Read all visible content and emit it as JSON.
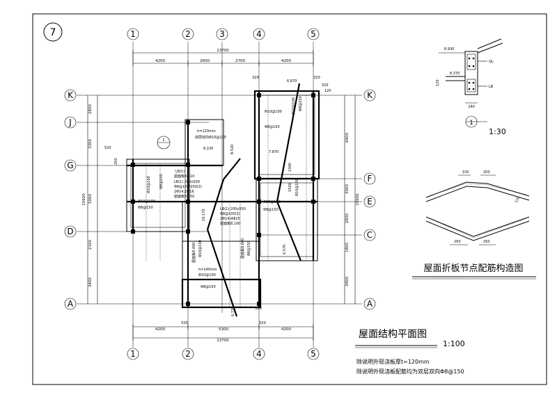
{
  "sheet_number": "7",
  "grid": {
    "columns_top": [
      "1",
      "2",
      "3",
      "4",
      "5"
    ],
    "columns_bottom": [
      "1",
      "2",
      "4",
      "5"
    ],
    "rows_left": [
      "K",
      "J",
      "G",
      "D",
      "A"
    ],
    "rows_right": [
      "K",
      "F",
      "E",
      "C",
      "A"
    ]
  },
  "dims": {
    "top_total": "13700",
    "top_spans": [
      "4200",
      "2600",
      "2700",
      "4200"
    ],
    "bottom_total": "13700",
    "bottom_spans": [
      "4200",
      "5300",
      "4200"
    ],
    "bottom_small": [
      "520",
      "520",
      "120"
    ],
    "left_spans": [
      "2800",
      "3300",
      "5000",
      "2100",
      "3400"
    ],
    "left_total": "15600",
    "right_spans": [
      "6400",
      "3000",
      "2600",
      "1800",
      "3400"
    ],
    "right_total": "15600",
    "top_small": [
      "320",
      "320",
      "120",
      "320"
    ],
    "left_small": [
      "520",
      "250"
    ]
  },
  "annotations": {
    "slab1": "h=120mm",
    "slab1_rebar": "双层双向Φ10@100",
    "slab2": "h=140mm",
    "slab2_rebar": "Φ10@100",
    "lb1": "LB(1)",
    "lb1_note": "屋面板8.210",
    "lb1b": "LB(1) 200x500",
    "lb1b_r1": "Φ8@100/200(2)",
    "lb1b_r2": "2Φ14;2Φ16",
    "lb1b_r3": "屋面板8.650",
    "lb1c": "LB(1) 200x550",
    "lb1c_r1": "Φ8@100(2)",
    "lb1c_r2": "2Φ14;4Φ25",
    "lb1c_r3": "屋面板8.100",
    "r_10_100a": "Φ10@100",
    "r_8_150a": "Φ8@150",
    "r_10_100b": "Φ10@100",
    "r_8_150b": "Φ8@150",
    "r_10_100c": "Φ10@100",
    "r_8_150c": "Φ8@150",
    "r_10_100d": "Φ10@100",
    "r_8_150d": "Φ8@150",
    "r_10_100e": "Φ10@100",
    "r_8_150e": "Φ8@150",
    "r_10_100f": "Φ10@100",
    "r_8_150f": "Φ8@150",
    "elev_1": "8.220",
    "elev_2": "6.870",
    "elev_3": "7.870",
    "elev_4": "6.570",
    "elev_5": "6.770",
    "elev_6": "6.600",
    "elev_7": "8.930",
    "elev_8": "8.370",
    "rotated_1": "10.170",
    "rotated_2": "1300",
    "rotated_3": "1500",
    "rotated_4": "8.520",
    "rotated_5": "屋面板8.400",
    "rotated_6": "屋面板8.600"
  },
  "detail": {
    "section_marker": "1",
    "section_marker_plan": "1",
    "scale": "1:30",
    "dim_240": "240",
    "dim_120": "120",
    "dim_100a": "100",
    "dim_200a": "200",
    "dim_250a": "250",
    "dim_250b": "250",
    "dim_120b": "120",
    "label_ql": "QL",
    "label_lb": "LB",
    "fold_title": "屋面折板节点配筋构造图"
  },
  "plan_title": "屋面结构平面图",
  "plan_scale": "1:100",
  "notes": [
    "除说明外现浇板厚t=120mm",
    "除说明外现浇板配筋均为双层双向Φ8@150"
  ]
}
